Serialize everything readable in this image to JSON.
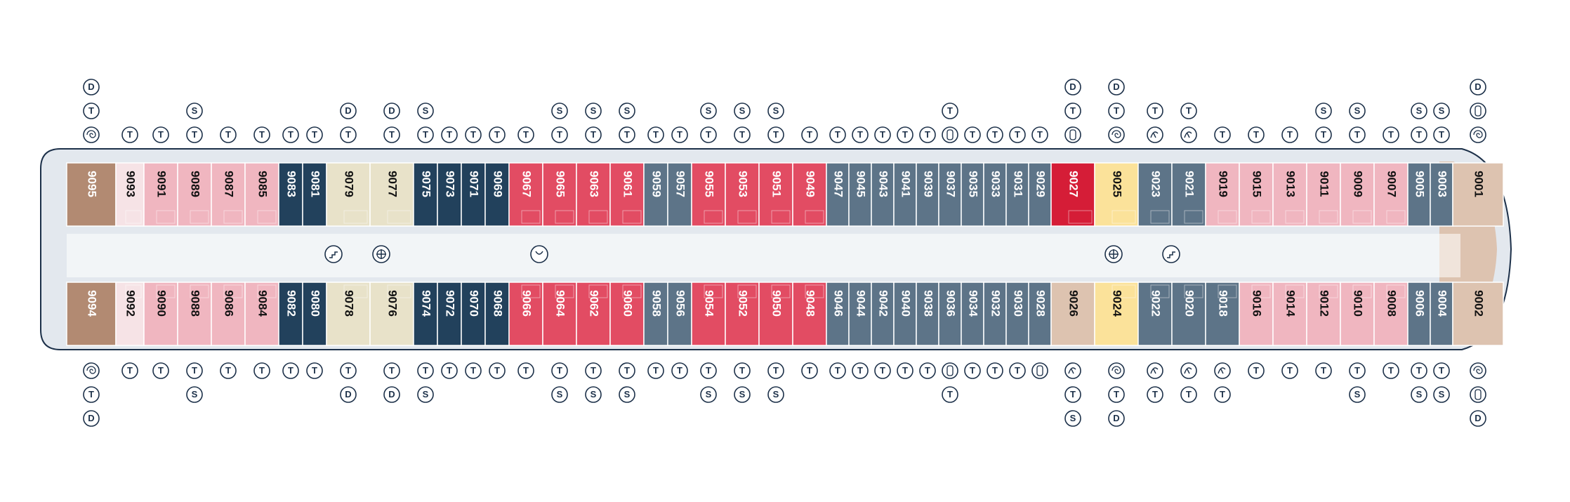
{
  "deck_map": {
    "legend_colors": {
      "terracotta": "#b28a72",
      "light_pink": "#f6e3e6",
      "pink": "#f0b6c0",
      "navy": "#22415c",
      "beige": "#e8e2c9",
      "red": "#e24c63",
      "slate": "#5d7488",
      "crimson": "#d51d37",
      "yellow": "#fbe29a",
      "aft_beige": "#ddc3b0",
      "hull": "#e3e8ee",
      "outline": "#1c3049"
    },
    "top_cabins": [
      {
        "id": "9095",
        "color": "terracotta",
        "text": "light"
      },
      {
        "id": "9093",
        "color": "light_pink",
        "text": "dark"
      },
      {
        "id": "9091",
        "color": "pink",
        "text": "dark"
      },
      {
        "id": "9089",
        "color": "pink",
        "text": "dark"
      },
      {
        "id": "9087",
        "color": "pink",
        "text": "dark"
      },
      {
        "id": "9085",
        "color": "pink",
        "text": "dark"
      },
      {
        "id": "9083",
        "color": "navy",
        "text": "light"
      },
      {
        "id": "9081",
        "color": "navy",
        "text": "light"
      },
      {
        "id": "9079",
        "color": "beige",
        "text": "dark"
      },
      {
        "id": "9077",
        "color": "beige",
        "text": "dark"
      },
      {
        "id": "9075",
        "color": "navy",
        "text": "light"
      },
      {
        "id": "9073",
        "color": "navy",
        "text": "light"
      },
      {
        "id": "9071",
        "color": "navy",
        "text": "light"
      },
      {
        "id": "9069",
        "color": "navy",
        "text": "light"
      },
      {
        "id": "9067",
        "color": "red",
        "text": "light"
      },
      {
        "id": "9065",
        "color": "red",
        "text": "light"
      },
      {
        "id": "9063",
        "color": "red",
        "text": "light"
      },
      {
        "id": "9061",
        "color": "red",
        "text": "light"
      },
      {
        "id": "9059",
        "color": "slate",
        "text": "light"
      },
      {
        "id": "9057",
        "color": "slate",
        "text": "light"
      },
      {
        "id": "9055",
        "color": "red",
        "text": "light"
      },
      {
        "id": "9053",
        "color": "red",
        "text": "light"
      },
      {
        "id": "9051",
        "color": "red",
        "text": "light"
      },
      {
        "id": "9049",
        "color": "red",
        "text": "light"
      },
      {
        "id": "9047",
        "color": "slate",
        "text": "light"
      },
      {
        "id": "9045",
        "color": "slate",
        "text": "light"
      },
      {
        "id": "9043",
        "color": "slate",
        "text": "light"
      },
      {
        "id": "9041",
        "color": "slate",
        "text": "light"
      },
      {
        "id": "9039",
        "color": "slate",
        "text": "light"
      },
      {
        "id": "9037",
        "color": "slate",
        "text": "light"
      },
      {
        "id": "9035",
        "color": "slate",
        "text": "light"
      },
      {
        "id": "9033",
        "color": "slate",
        "text": "light"
      },
      {
        "id": "9031",
        "color": "slate",
        "text": "light"
      },
      {
        "id": "9029",
        "color": "slate",
        "text": "light"
      },
      {
        "id": "9027",
        "color": "crimson",
        "text": "light"
      },
      {
        "id": "9025",
        "color": "yellow",
        "text": "dark"
      },
      {
        "id": "9023",
        "color": "slate",
        "text": "light"
      },
      {
        "id": "9021",
        "color": "slate",
        "text": "light"
      },
      {
        "id": "9019",
        "color": "pink",
        "text": "dark"
      },
      {
        "id": "9015",
        "color": "pink",
        "text": "dark"
      },
      {
        "id": "9013",
        "color": "pink",
        "text": "dark"
      },
      {
        "id": "9011",
        "color": "pink",
        "text": "dark"
      },
      {
        "id": "9009",
        "color": "pink",
        "text": "dark"
      },
      {
        "id": "9007",
        "color": "pink",
        "text": "dark"
      },
      {
        "id": "9005",
        "color": "slate",
        "text": "light"
      },
      {
        "id": "9003",
        "color": "slate",
        "text": "light"
      },
      {
        "id": "9001",
        "color": "aft_beige",
        "text": "dark"
      }
    ],
    "bottom_cabins": [
      {
        "id": "9094",
        "color": "terracotta",
        "text": "light"
      },
      {
        "id": "9092",
        "color": "light_pink",
        "text": "dark"
      },
      {
        "id": "9090",
        "color": "pink",
        "text": "dark"
      },
      {
        "id": "9088",
        "color": "pink",
        "text": "dark"
      },
      {
        "id": "9086",
        "color": "pink",
        "text": "dark"
      },
      {
        "id": "9084",
        "color": "pink",
        "text": "dark"
      },
      {
        "id": "9082",
        "color": "navy",
        "text": "light"
      },
      {
        "id": "9080",
        "color": "navy",
        "text": "light"
      },
      {
        "id": "9078",
        "color": "beige",
        "text": "dark"
      },
      {
        "id": "9076",
        "color": "beige",
        "text": "dark"
      },
      {
        "id": "9074",
        "color": "navy",
        "text": "light"
      },
      {
        "id": "9072",
        "color": "navy",
        "text": "light"
      },
      {
        "id": "9070",
        "color": "navy",
        "text": "light"
      },
      {
        "id": "9068",
        "color": "navy",
        "text": "light"
      },
      {
        "id": "9066",
        "color": "red",
        "text": "light"
      },
      {
        "id": "9064",
        "color": "red",
        "text": "light"
      },
      {
        "id": "9062",
        "color": "red",
        "text": "light"
      },
      {
        "id": "9060",
        "color": "red",
        "text": "light"
      },
      {
        "id": "9058",
        "color": "slate",
        "text": "light"
      },
      {
        "id": "9056",
        "color": "slate",
        "text": "light"
      },
      {
        "id": "9054",
        "color": "red",
        "text": "light"
      },
      {
        "id": "9052",
        "color": "red",
        "text": "light"
      },
      {
        "id": "9050",
        "color": "red",
        "text": "light"
      },
      {
        "id": "9048",
        "color": "red",
        "text": "light"
      },
      {
        "id": "9046",
        "color": "slate",
        "text": "light"
      },
      {
        "id": "9044",
        "color": "slate",
        "text": "light"
      },
      {
        "id": "9042",
        "color": "slate",
        "text": "light"
      },
      {
        "id": "9040",
        "color": "slate",
        "text": "light"
      },
      {
        "id": "9038",
        "color": "slate",
        "text": "light"
      },
      {
        "id": "9036",
        "color": "slate",
        "text": "light"
      },
      {
        "id": "9034",
        "color": "slate",
        "text": "light"
      },
      {
        "id": "9032",
        "color": "slate",
        "text": "light"
      },
      {
        "id": "9030",
        "color": "slate",
        "text": "light"
      },
      {
        "id": "9028",
        "color": "slate",
        "text": "light"
      },
      {
        "id": "9026",
        "color": "aft_beige",
        "text": "dark"
      },
      {
        "id": "9024",
        "color": "yellow",
        "text": "dark"
      },
      {
        "id": "9022",
        "color": "slate",
        "text": "light"
      },
      {
        "id": "9020",
        "color": "slate",
        "text": "light"
      },
      {
        "id": "9018",
        "color": "slate",
        "text": "light"
      },
      {
        "id": "9016",
        "color": "pink",
        "text": "dark"
      },
      {
        "id": "9014",
        "color": "pink",
        "text": "dark"
      },
      {
        "id": "9012",
        "color": "pink",
        "text": "dark"
      },
      {
        "id": "9010",
        "color": "pink",
        "text": "dark"
      },
      {
        "id": "9008",
        "color": "pink",
        "text": "dark"
      },
      {
        "id": "9006",
        "color": "slate",
        "text": "light"
      },
      {
        "id": "9004",
        "color": "slate",
        "text": "light"
      },
      {
        "id": "9002",
        "color": "aft_beige",
        "text": "dark"
      }
    ],
    "top_amenities": [
      [
        "spa-icon",
        "T",
        "D"
      ],
      [
        "T"
      ],
      [
        "T"
      ],
      [
        "T",
        "S"
      ],
      [
        "T"
      ],
      [
        "T"
      ],
      [
        "T"
      ],
      [
        "T"
      ],
      [
        "T",
        "D"
      ],
      [
        "T",
        "D"
      ],
      [
        "T",
        "S"
      ],
      [
        "T"
      ],
      [
        "T"
      ],
      [
        "T"
      ],
      [
        "T"
      ],
      [
        "T",
        "S"
      ],
      [
        "T",
        "S"
      ],
      [
        "T",
        "S"
      ],
      [
        "T"
      ],
      [
        "T"
      ],
      [
        "T",
        "S"
      ],
      [
        "T",
        "S"
      ],
      [
        "T",
        "S"
      ],
      [
        "T"
      ],
      [
        "T"
      ],
      [
        "T"
      ],
      [
        "T"
      ],
      [
        "T"
      ],
      [
        "T"
      ],
      [
        "lounge-icon",
        "T"
      ],
      [
        "T"
      ],
      [
        "T"
      ],
      [
        "T"
      ],
      [
        "T"
      ],
      [
        "lounge-icon",
        "T",
        "D"
      ],
      [
        "spa-icon",
        "T",
        "D"
      ],
      [
        "gym-icon",
        "T"
      ],
      [
        "gym-icon",
        "T"
      ],
      [
        "T"
      ],
      [
        "T"
      ],
      [
        "T"
      ],
      [
        "T",
        "S"
      ],
      [
        "T",
        "S"
      ],
      [
        "T"
      ],
      [
        "T",
        "S"
      ],
      [
        "T",
        "S"
      ],
      [
        "spa-icon",
        "lounge-icon",
        "D"
      ]
    ],
    "bottom_amenities": [
      [
        "spa-icon",
        "T",
        "D"
      ],
      [
        "T"
      ],
      [
        "T"
      ],
      [
        "T",
        "S"
      ],
      [
        "T"
      ],
      [
        "T"
      ],
      [
        "T"
      ],
      [
        "T"
      ],
      [
        "T",
        "D"
      ],
      [
        "T",
        "D"
      ],
      [
        "T",
        "S"
      ],
      [
        "T"
      ],
      [
        "T"
      ],
      [
        "T"
      ],
      [
        "T"
      ],
      [
        "T",
        "S"
      ],
      [
        "T",
        "S"
      ],
      [
        "T",
        "S"
      ],
      [
        "T"
      ],
      [
        "T"
      ],
      [
        "T",
        "S"
      ],
      [
        "T",
        "S"
      ],
      [
        "T",
        "S"
      ],
      [
        "T"
      ],
      [
        "T"
      ],
      [
        "T"
      ],
      [
        "T"
      ],
      [
        "T"
      ],
      [
        "T"
      ],
      [
        "lounge-icon",
        "T"
      ],
      [
        "T"
      ],
      [
        "T"
      ],
      [
        "T"
      ],
      [
        "lounge-icon"
      ],
      [
        "gym-icon",
        "T",
        "S"
      ],
      [
        "spa-icon",
        "T",
        "D"
      ],
      [
        "gym-icon",
        "T"
      ],
      [
        "gym-icon",
        "T"
      ],
      [
        "gym-icon",
        "T"
      ],
      [
        "T"
      ],
      [
        "T"
      ],
      [
        "T"
      ],
      [
        "T",
        "S"
      ],
      [
        "T"
      ],
      [
        "T",
        "S"
      ],
      [
        "T",
        "S"
      ],
      [
        "spa-icon",
        "lounge-icon",
        "D"
      ]
    ],
    "corridor_symbols": [
      "stairs-icon",
      "elevator-icon",
      "spa-icon",
      "elevator-icon",
      "stairs-icon"
    ]
  }
}
